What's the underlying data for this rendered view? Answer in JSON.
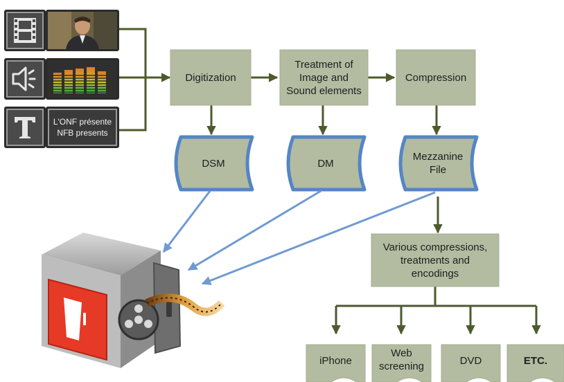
{
  "colors": {
    "process_fill": "#b3bca1",
    "process_border": "#a4ad90",
    "storage_fill": "#b3bca1",
    "storage_border": "#5585c5",
    "connector": "#4d5a2c",
    "blue_arrow": "#6f9ad3",
    "icon_dark": "#3f3f3f"
  },
  "inputs": [
    {
      "icon": "film-icon",
      "media": "film-still-image"
    },
    {
      "icon": "speaker-icon",
      "media": "audio-level-meter"
    },
    {
      "icon": "text-T-icon",
      "media": "title-card",
      "lines": [
        "L'ONF présente",
        "NFB presents"
      ]
    }
  ],
  "process_steps": [
    {
      "label": "Digitization"
    },
    {
      "label": "Treatment of\nImage and\nSound elements"
    },
    {
      "label": "Compression"
    }
  ],
  "storages": [
    {
      "label": "DSM"
    },
    {
      "label": "DM"
    },
    {
      "label": "Mezzanine\nFile"
    }
  ],
  "derivatives": {
    "label": "Various compressions,\ntreatments and\nencodings"
  },
  "outputs": [
    {
      "label": "iPhone"
    },
    {
      "label": "Web\nscreening"
    },
    {
      "label": "DVD"
    },
    {
      "label": "ETC."
    }
  ],
  "archive": {
    "icon": "archive-vault-icon"
  }
}
